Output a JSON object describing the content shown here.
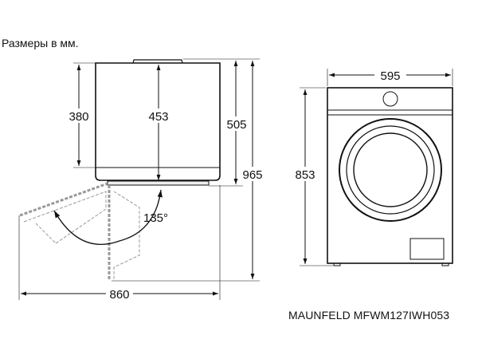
{
  "title": "Размеры в мм.",
  "model": "MAUNFELD MFWM127IWH053",
  "side_view": {
    "dim_380": "380",
    "dim_453": "453",
    "dim_505": "505",
    "dim_965": "965",
    "dim_860": "860",
    "door_angle": "135°"
  },
  "front_view": {
    "dim_595": "595",
    "dim_853": "853"
  }
}
